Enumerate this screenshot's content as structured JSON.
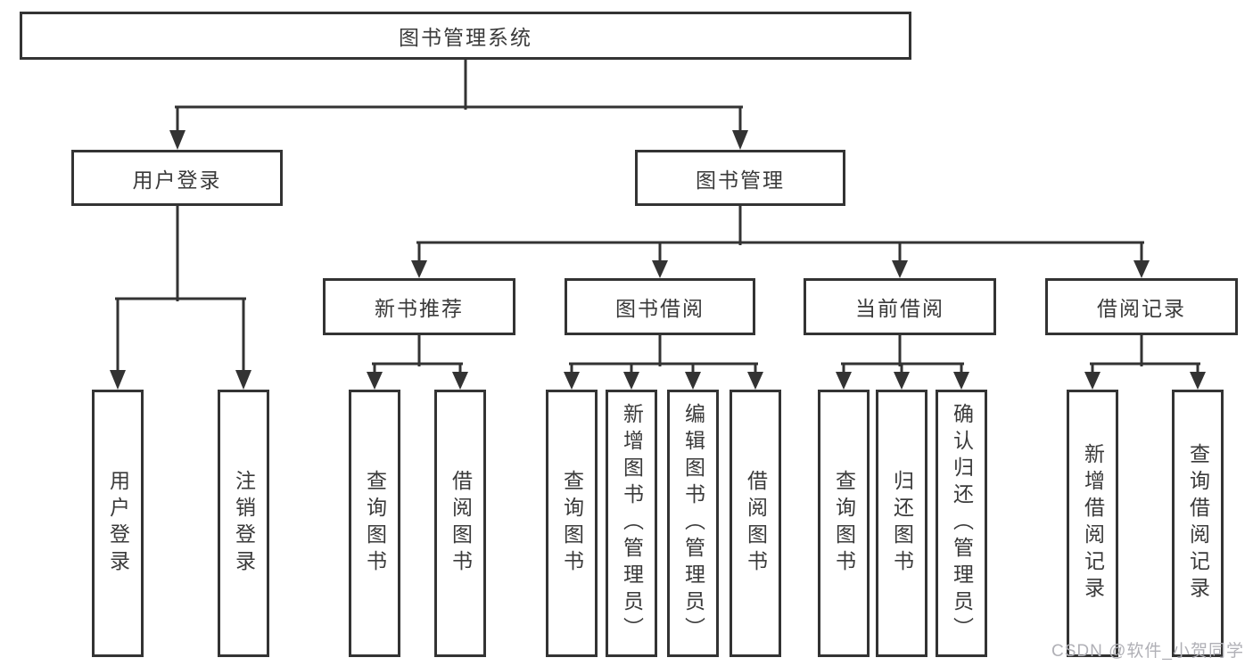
{
  "diagram": {
    "type": "hierarchy-tree",
    "label": "图书管理系统",
    "children": [
      {
        "label": "用户登录",
        "children": [
          {
            "label": "用户登录"
          },
          {
            "label": "注销登录"
          }
        ]
      },
      {
        "label": "图书管理",
        "children": [
          {
            "label": "新书推荐",
            "children": [
              {
                "label": "查询图书"
              },
              {
                "label": "借阅图书"
              }
            ]
          },
          {
            "label": "图书借阅",
            "children": [
              {
                "label": "查询图书"
              },
              {
                "label": "新增图书（管理员）"
              },
              {
                "label": "编辑图书（管理员）"
              },
              {
                "label": "借阅图书"
              }
            ]
          },
          {
            "label": "当前借阅",
            "children": [
              {
                "label": "查询图书"
              },
              {
                "label": "归还图书"
              },
              {
                "label": "确认归还（管理员）"
              }
            ]
          },
          {
            "label": "借阅记录",
            "children": [
              {
                "label": "新增借阅记录"
              },
              {
                "label": "查询借阅记录"
              }
            ]
          }
        ]
      }
    ]
  },
  "watermark": {
    "text": "CSDN @软件_小贺同学"
  },
  "colors": {
    "line": "#333333",
    "box_border": "#333333",
    "text": "#3a3a3a",
    "background": "#ffffff",
    "watermark": "#b0b0b6"
  }
}
